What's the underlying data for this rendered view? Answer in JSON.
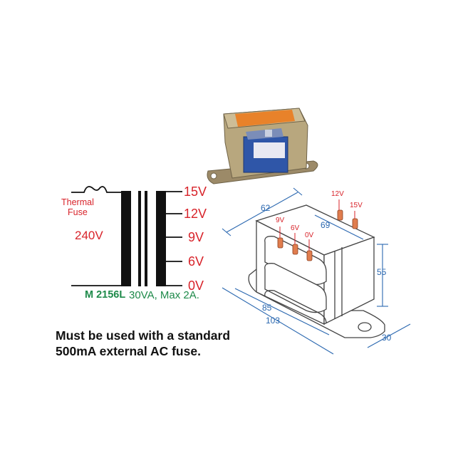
{
  "schematic": {
    "thermal_fuse_label_line1": "Thermal",
    "thermal_fuse_label_line2": "Fuse",
    "primary_voltage": "240V",
    "taps": [
      "15V",
      "12V",
      "9V",
      "6V",
      "0V"
    ],
    "model": "M 2156L",
    "rating": "30VA, Max 2A."
  },
  "note": {
    "line1": "Must be used with a standard",
    "line2": "500mA external AC fuse."
  },
  "drawing": {
    "pin_labels": [
      "12V",
      "15V",
      "9V",
      "6V",
      "0V"
    ],
    "dimensions": {
      "top_length": "62",
      "inner_length": "69",
      "height": "55",
      "length_85": "85",
      "length_103": "103",
      "depth": "30"
    }
  },
  "colors": {
    "red": "#d8232a",
    "blue": "#2b68b0",
    "green": "#1e8a4a",
    "text": "#111111"
  }
}
